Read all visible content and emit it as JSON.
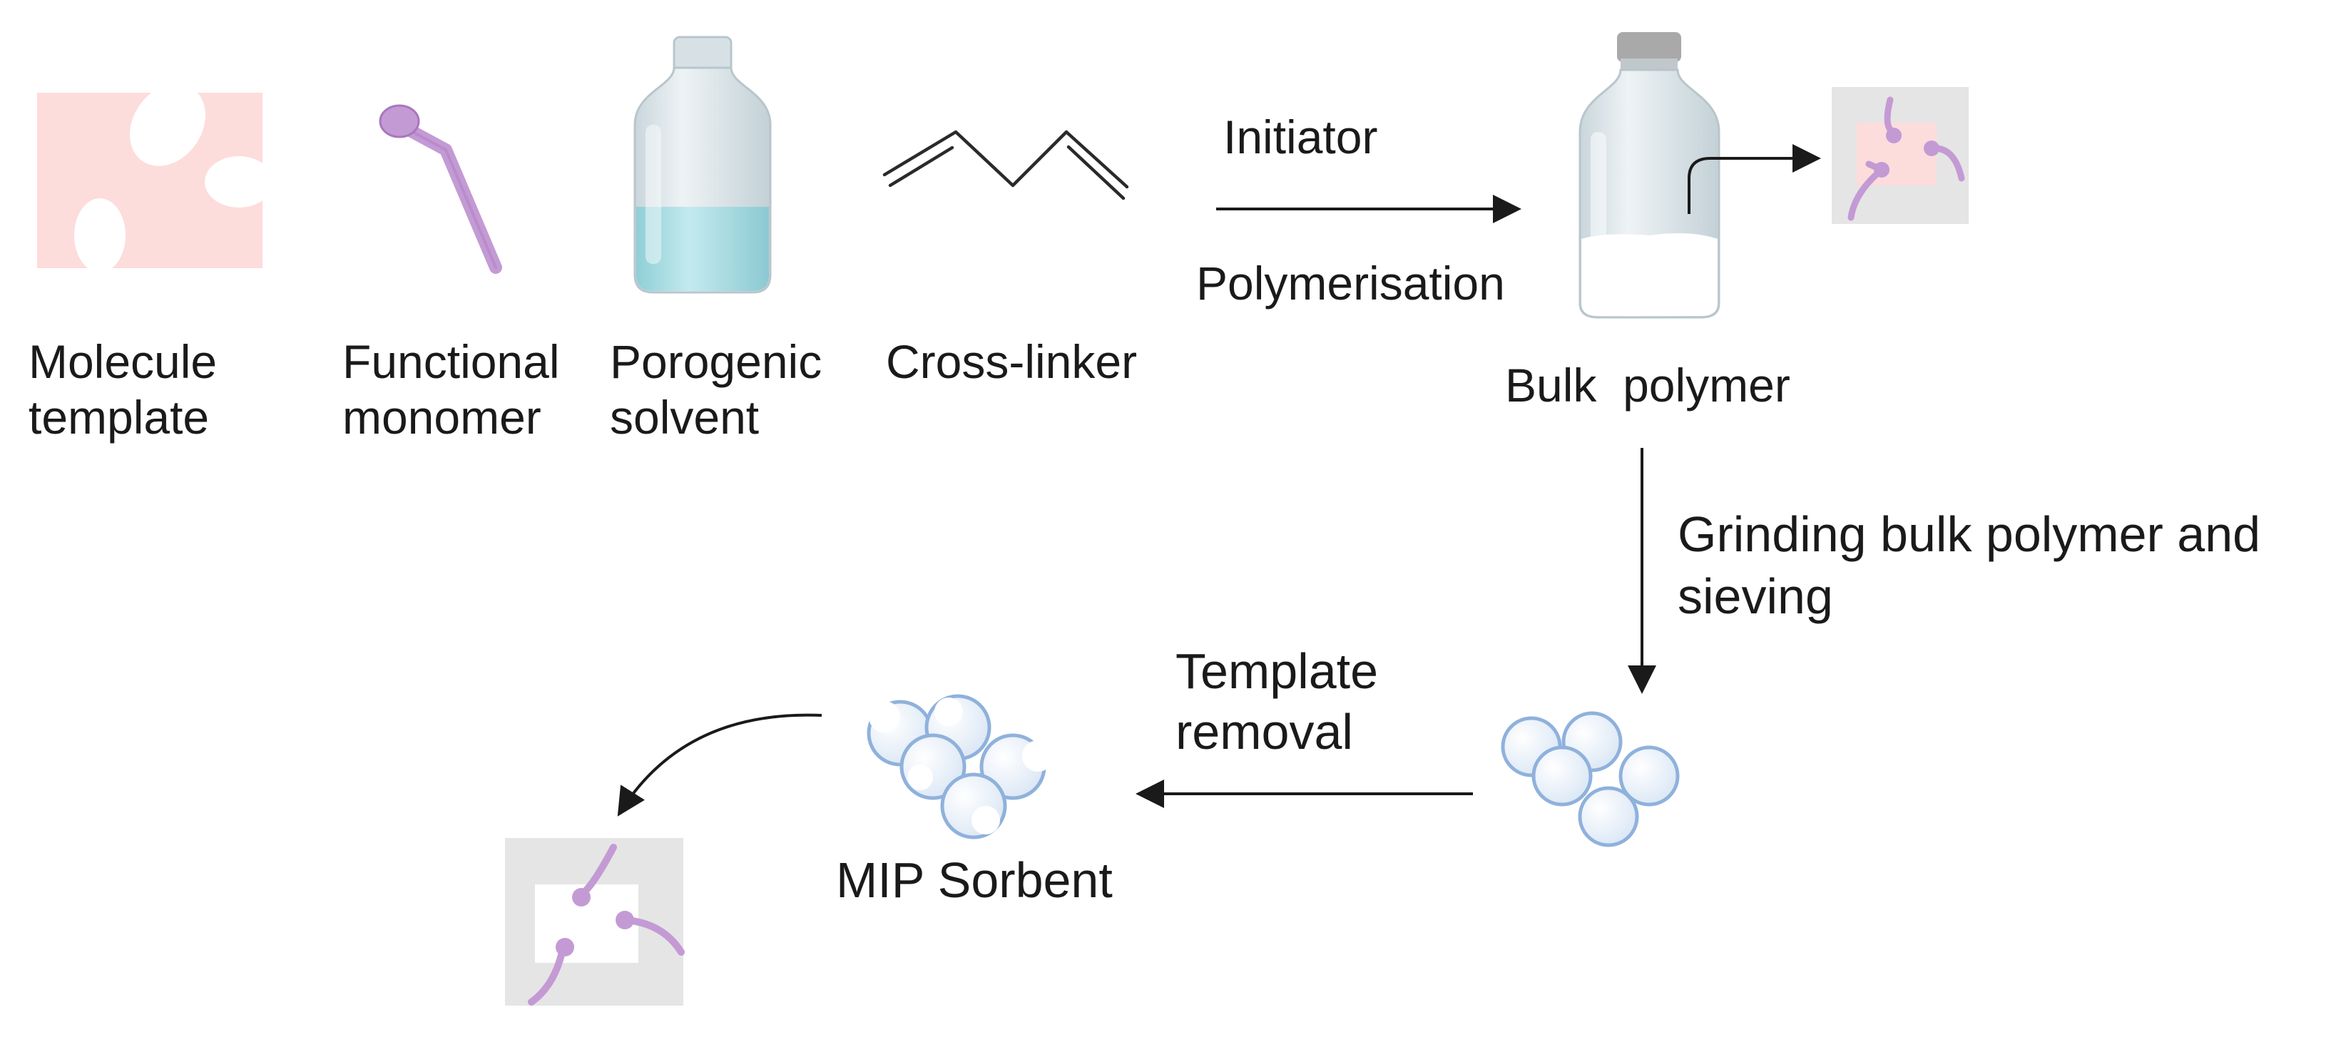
{
  "components": [
    {
      "name": "Molecule",
      "line1": "Molecule",
      "line2": "template",
      "icon": "puzzle-template-icon"
    },
    {
      "name": "Functional",
      "line1": "Functional",
      "line2": "monomer",
      "icon": "monomer-icon"
    },
    {
      "name": "Porogenic",
      "line1": "Porogenic",
      "line2": "solvent",
      "icon": "bottle-icon"
    },
    {
      "name": "Cross-linker",
      "line1": "Cross-linker",
      "line2": "",
      "icon": "crosslinker-icon"
    }
  ],
  "steps": {
    "initiator": "Initiator",
    "polymerisation": "Polymerisation",
    "bulk_polymer": "Bulk  polymer",
    "grinding_line1": "Grinding bulk polymer and",
    "grinding_line2": "sieving",
    "template_removal_line1": "Template",
    "template_removal_line2": "removal",
    "mip_sorbent": "MIP Sorbent"
  },
  "colors": {
    "template_pink": "#fddcdc",
    "monomer_purple": "#c49ad4",
    "monomer_purple_dark": "#a877c0",
    "bottle_glass": "#dce6ea",
    "bottle_liquid": "#a8dce2",
    "particle_stroke": "#8fb1dc",
    "particle_fill": "#e3eef9",
    "cavity_gray": "#e7e7e7",
    "arrow": "#1a1a1a"
  }
}
